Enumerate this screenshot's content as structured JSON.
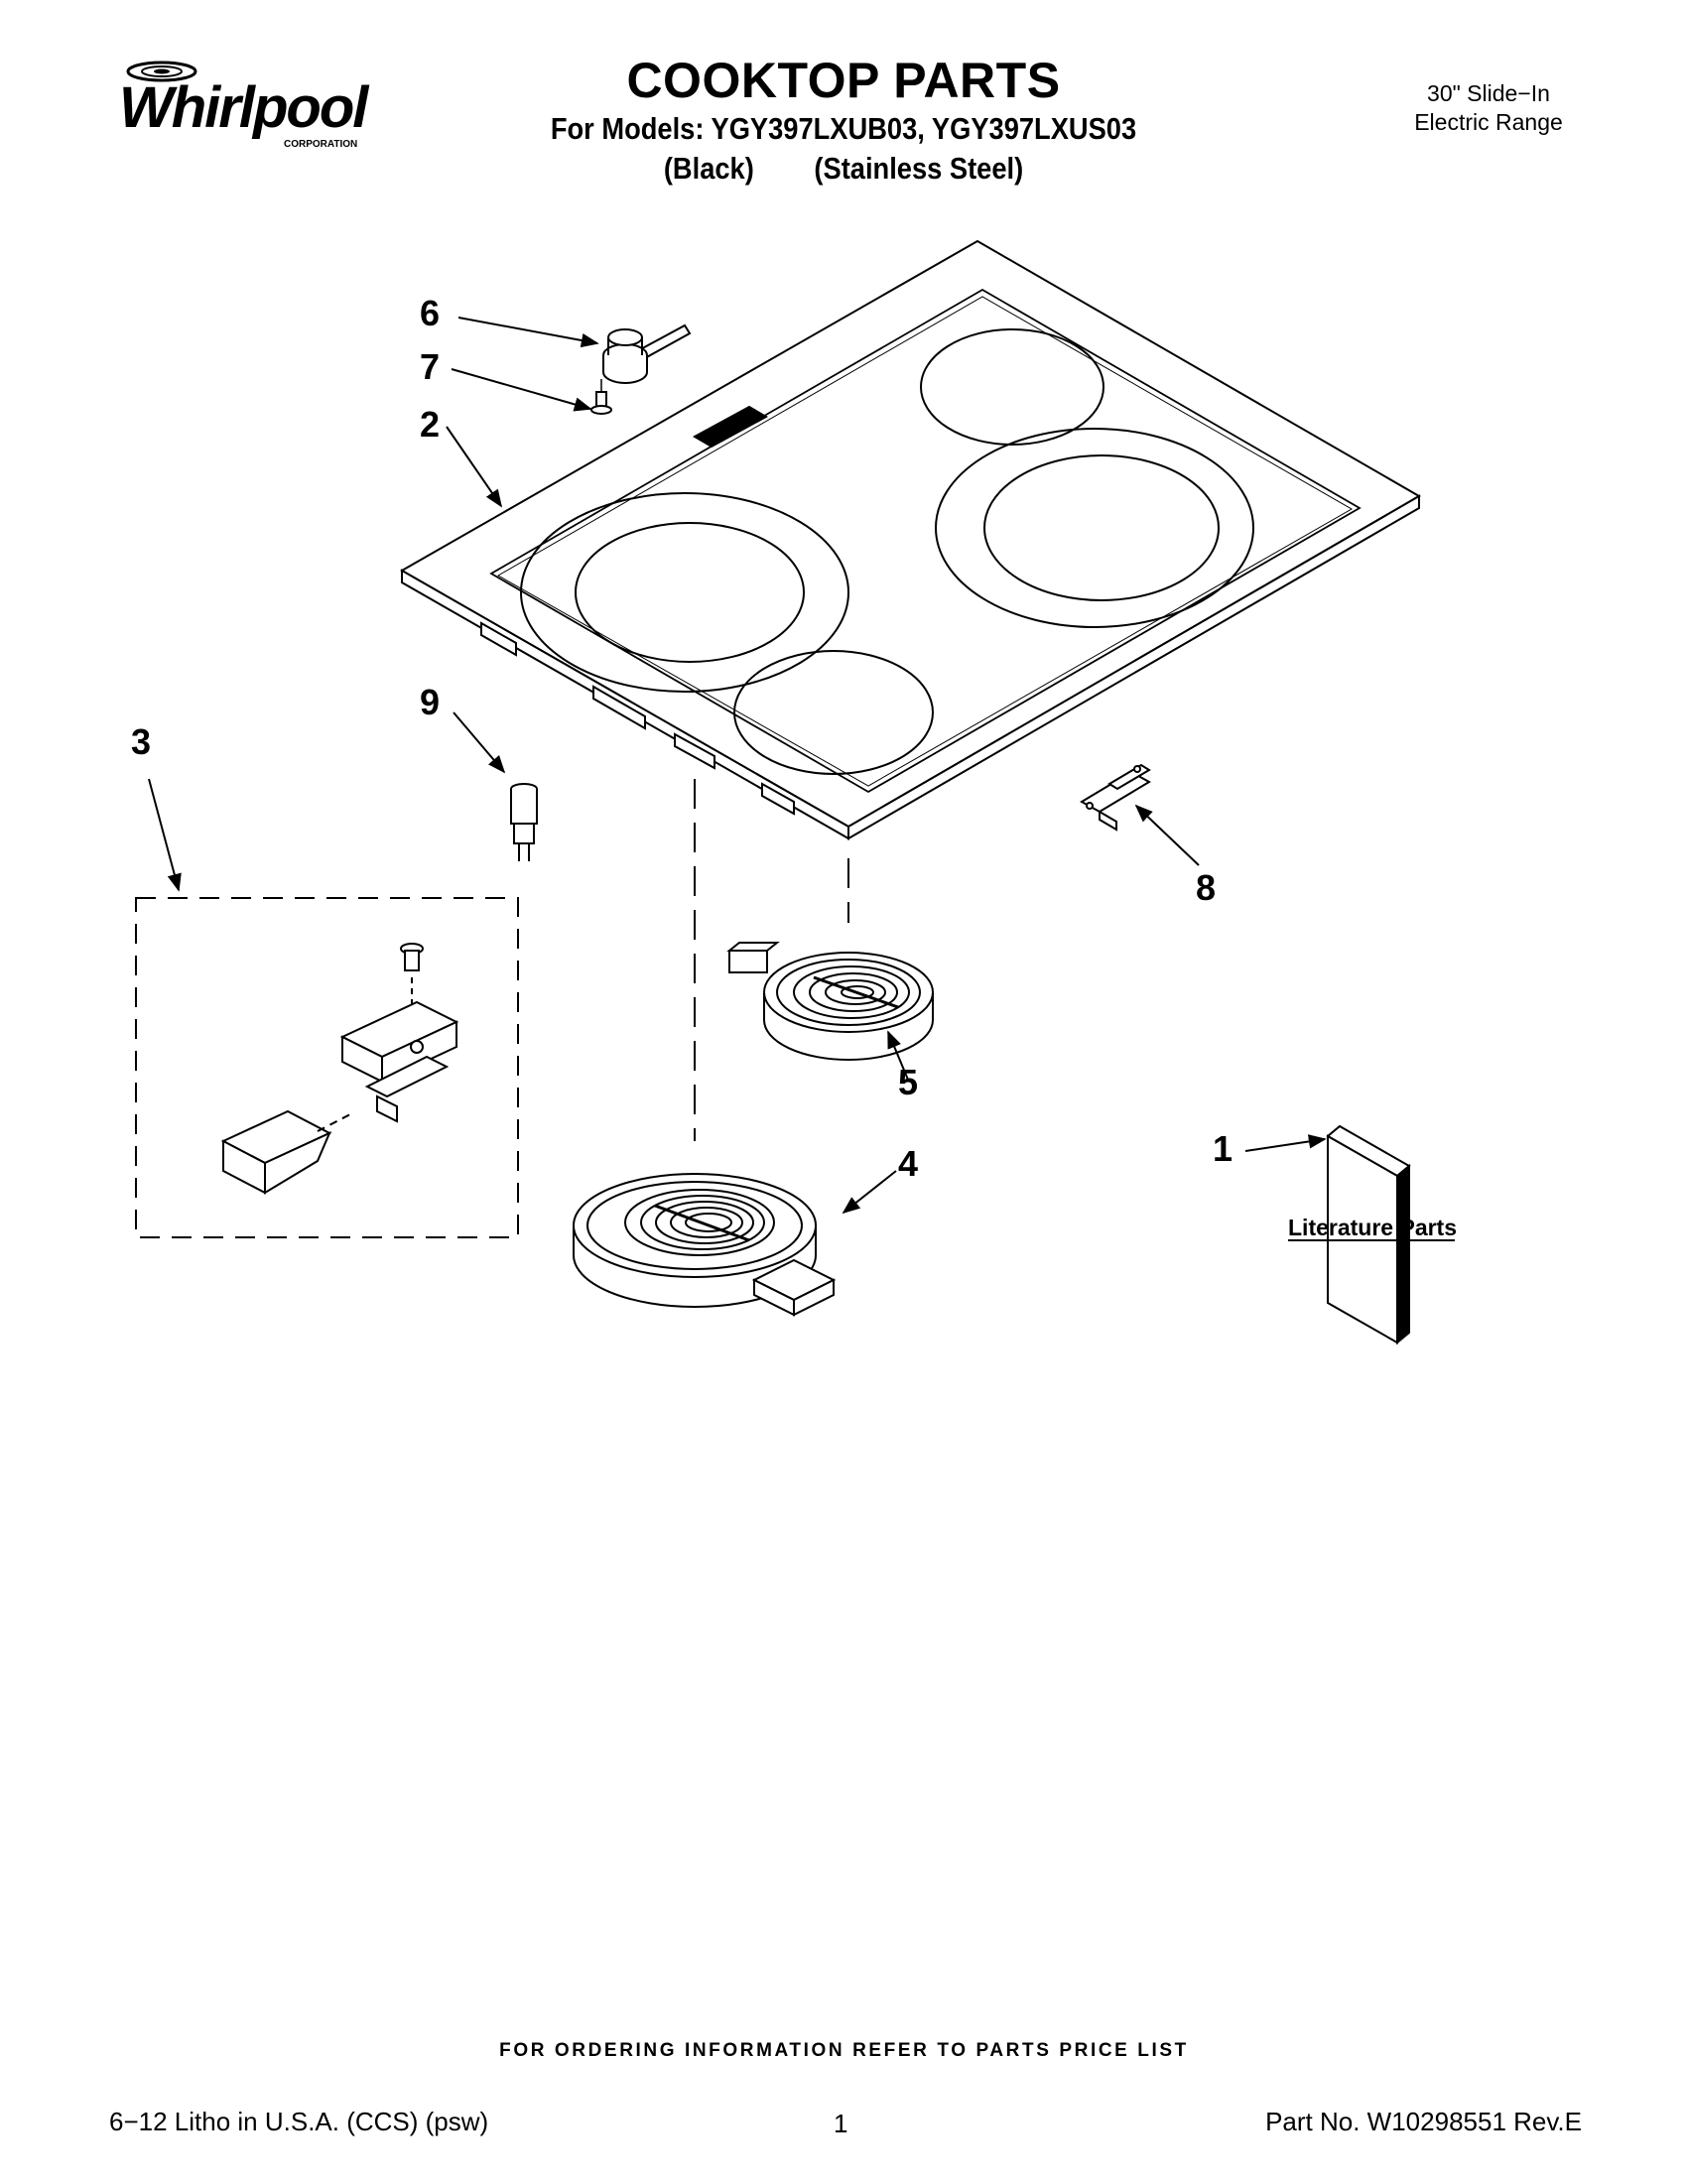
{
  "header": {
    "brand": "Whirlpool",
    "brand_sub": "CORPORATION",
    "title": "COOKTOP PARTS",
    "models_line": "For Models: YGY397LXUB03, YGY397LXUS03",
    "variants_line": "(Black)        (Stainless Steel)",
    "product_line1": "30\" Slide−In",
    "product_line2": "Electric Range"
  },
  "callouts": {
    "c1": "1",
    "c2": "2",
    "c3": "3",
    "c4": "4",
    "c5": "5",
    "c6": "6",
    "c7": "7",
    "c8": "8",
    "c9": "9",
    "literature": "Literature Parts"
  },
  "footer": {
    "ordering": "FOR ORDERING INFORMATION REFER TO PARTS PRICE LIST",
    "litho": "6−12 Litho in U.S.A. (CCS) (psw)",
    "page": "1",
    "part_no": "Part No. W10298551 Rev.E"
  }
}
